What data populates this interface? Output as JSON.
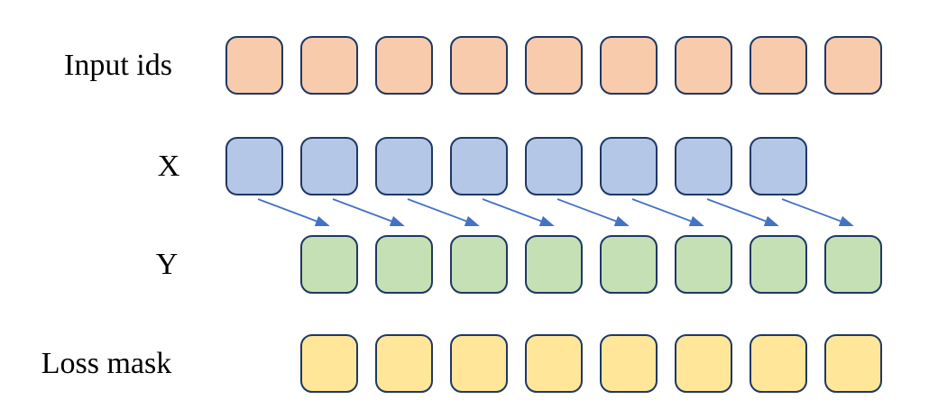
{
  "diagram": {
    "background": "#FFFFFF",
    "box_border_color": "#1F3864",
    "arrow_color": "#4472C4",
    "rows": [
      {
        "id": "input_ids",
        "label": "Input ids",
        "box_count": 9,
        "box_fill": "#F8CBAD"
      },
      {
        "id": "x",
        "label": "X",
        "box_count": 8,
        "box_fill": "#B4C7E7"
      },
      {
        "id": "y",
        "label": "Y",
        "box_count": 8,
        "box_fill": "#C5E0B4"
      },
      {
        "id": "loss_mask",
        "label": "Loss mask",
        "box_count": 8,
        "box_fill": "#FFE699"
      }
    ],
    "arrows": {
      "count": 8,
      "meaning": "each X token points to the next-position Y token (shift right by one)"
    }
  }
}
